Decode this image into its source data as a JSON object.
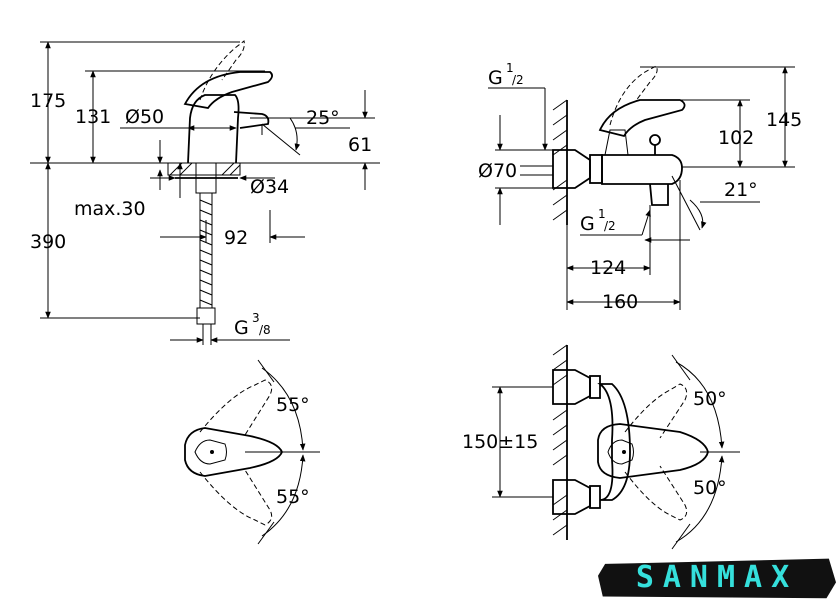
{
  "labels": {
    "d175": "175",
    "d131": "131",
    "d50": "Ø50",
    "a25": "25°",
    "d61": "61",
    "d34": "Ø34",
    "max30": "max.30",
    "d390": "390",
    "d92": "92",
    "g38_main": "G",
    "g38_num": "3",
    "g38_den": "/8",
    "g12a_main": "G",
    "g12a_num": "1",
    "g12a_den": "/2",
    "d70": "Ø70",
    "d102": "102",
    "d145": "145",
    "a21": "21°",
    "g12b_main": "G",
    "g12b_num": "1",
    "g12b_den": "/2",
    "d124": "124",
    "d160": "160",
    "a55_top": "55°",
    "a55_bot": "55°",
    "d150": "150±15",
    "a50_top": "50°",
    "a50_bot": "50°"
  },
  "brand": {
    "text": "SANMAX",
    "color": "#35e0dc"
  }
}
